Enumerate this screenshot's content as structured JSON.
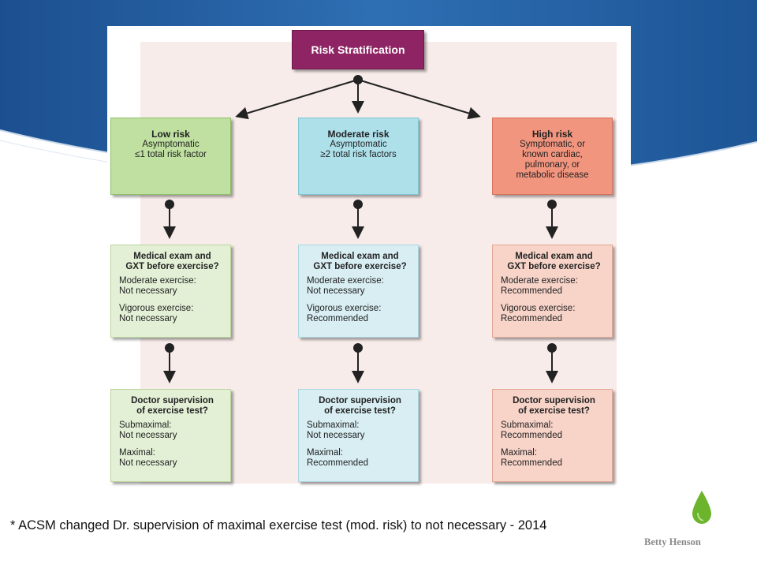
{
  "colors": {
    "header_blue": "#1f5b9e",
    "title_box": "#8e2463",
    "low": "#bfe0a0",
    "moderate": "#aee0ea",
    "high": "#f2957f",
    "leaf_icon": "#6cb42c"
  },
  "diagram": {
    "title": "Risk Stratification",
    "columns": [
      {
        "category": {
          "head": "Low risk",
          "lines": [
            "Asymptomatic",
            "≤1 total risk factor"
          ]
        },
        "exam": {
          "head": [
            "Medical exam and",
            "GXT before exercise?"
          ],
          "lines": [
            "Moderate exercise:",
            "Not necessary",
            "",
            "Vigorous exercise:",
            "Not necessary"
          ]
        },
        "supervision": {
          "head": [
            "Doctor supervision",
            "of exercise test?"
          ],
          "lines": [
            "Submaximal:",
            "Not necessary",
            "",
            "Maximal:",
            "Not necessary"
          ]
        }
      },
      {
        "category": {
          "head": "Moderate risk",
          "lines": [
            "Asymptomatic",
            "≥2 total risk factors"
          ]
        },
        "exam": {
          "head": [
            "Medical exam and",
            "GXT before exercise?"
          ],
          "lines": [
            "Moderate exercise:",
            "Not necessary",
            "",
            "Vigorous exercise:",
            "Recommended"
          ]
        },
        "supervision": {
          "head": [
            "Doctor supervision",
            "of exercise test?"
          ],
          "lines": [
            "Submaximal:",
            "Not necessary",
            "",
            "Maximal:",
            "Recommended"
          ]
        }
      },
      {
        "category": {
          "head": "High risk",
          "lines": [
            "Symptomatic, or",
            "known cardiac,",
            "pulmonary, or",
            "metabolic disease"
          ]
        },
        "exam": {
          "head": [
            "Medical exam and",
            "GXT before exercise?"
          ],
          "lines": [
            "Moderate exercise:",
            "Recommended",
            "",
            "Vigorous exercise:",
            "Recommended"
          ]
        },
        "supervision": {
          "head": [
            "Doctor supervision",
            "of exercise test?"
          ],
          "lines": [
            "Submaximal:",
            "Recommended",
            "",
            "Maximal:",
            "Recommended"
          ]
        }
      }
    ]
  },
  "footnote": "* ACSM changed Dr. supervision of maximal exercise test (mod. risk) to not necessary - 2014",
  "credit": "Betty Henson"
}
